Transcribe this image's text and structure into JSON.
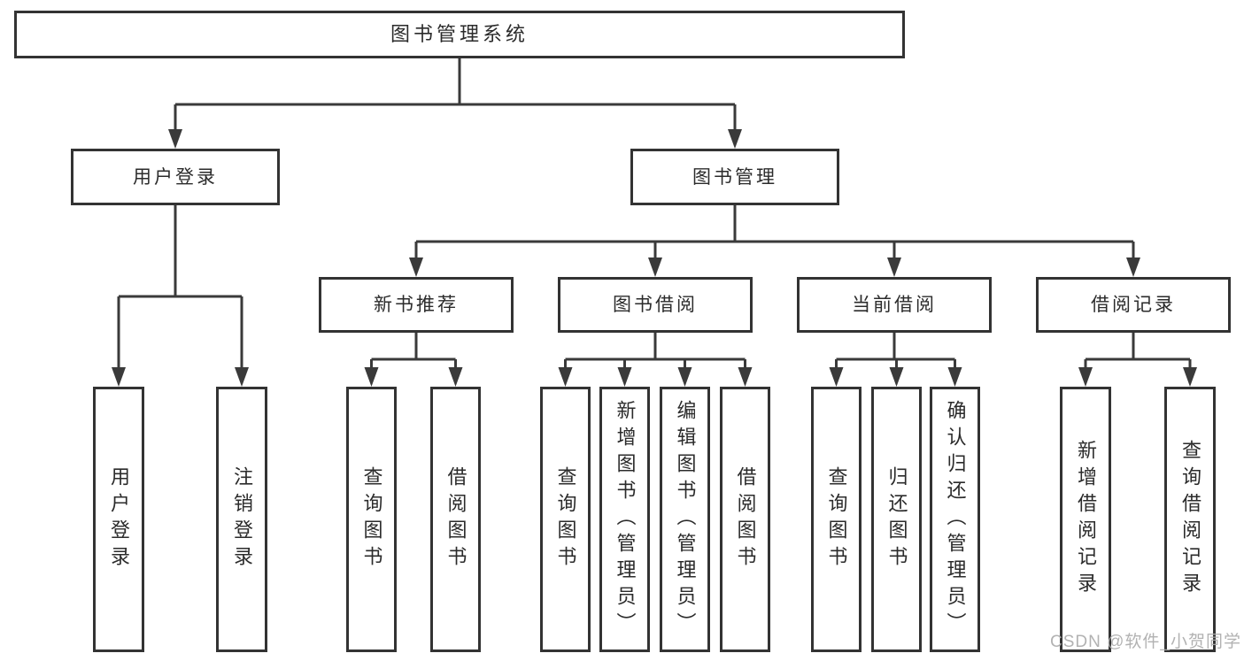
{
  "diagram": {
    "root": {
      "label": "图书管理系统"
    },
    "level2": [
      {
        "label": "用户登录"
      },
      {
        "label": "图书管理"
      }
    ],
    "level3": [
      {
        "label": "新书推荐"
      },
      {
        "label": "图书借阅"
      },
      {
        "label": "当前借阅"
      },
      {
        "label": "借阅记录"
      }
    ],
    "leaves": {
      "user": [
        "用户登录",
        "注销登录"
      ],
      "newbook": [
        "查询图书",
        "借阅图书"
      ],
      "borrow": [
        "查询图书",
        "新增图书（管理员）",
        "编辑图书（管理员）",
        "借阅图书"
      ],
      "current": [
        "查询图书",
        "归还图书",
        "确认归还（管理员）"
      ],
      "records": [
        "新增借阅记录",
        "查询借阅记录"
      ]
    },
    "watermark": "CSDN @软件_小贺同学",
    "colors": {
      "line": "#3a3a3a",
      "border": "#333333",
      "text": "#2b2b2b",
      "watermark": "#ababab",
      "background": "#ffffff"
    }
  }
}
